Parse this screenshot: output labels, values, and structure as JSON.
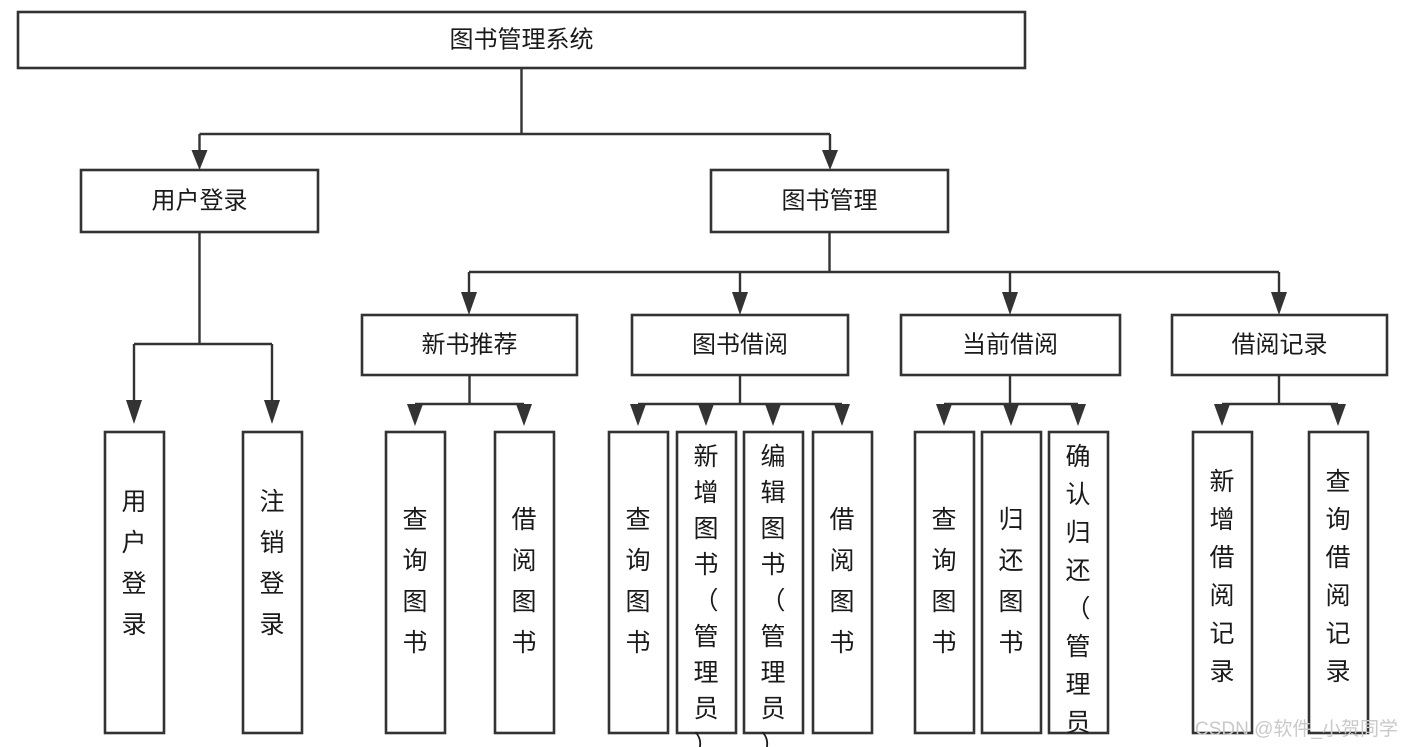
{
  "diagram": {
    "type": "tree-hierarchy-chart",
    "title": "图书管理系统",
    "root": {
      "id": "root",
      "label": "图书管理系统",
      "level": 0
    },
    "level1": [
      {
        "id": "user-login",
        "label": "用户登录",
        "level": 1
      },
      {
        "id": "book-manage",
        "label": "图书管理",
        "level": 1
      }
    ],
    "level2": [
      {
        "id": "new-book-recommend",
        "label": "新书推荐",
        "level": 2,
        "parent": "book-manage"
      },
      {
        "id": "book-borrow",
        "label": "图书借阅",
        "level": 2,
        "parent": "book-manage"
      },
      {
        "id": "current-borrow",
        "label": "当前借阅",
        "level": 2,
        "parent": "book-manage"
      },
      {
        "id": "borrow-record",
        "label": "借阅记录",
        "level": 2,
        "parent": "book-manage"
      }
    ],
    "leaves": [
      {
        "id": "leaf-user-login",
        "label": "用户登录",
        "parent": "user-login"
      },
      {
        "id": "leaf-user-logout",
        "label": "注销登录",
        "parent": "user-login"
      },
      {
        "id": "leaf-query-book-1",
        "label": "查询图书",
        "parent": "new-book-recommend"
      },
      {
        "id": "leaf-borrow-book-1",
        "label": "借阅图书",
        "parent": "new-book-recommend"
      },
      {
        "id": "leaf-query-book-2",
        "label": "查询图书",
        "parent": "book-borrow"
      },
      {
        "id": "leaf-add-book",
        "label": "新增图书（管理员）",
        "parent": "book-borrow"
      },
      {
        "id": "leaf-edit-book",
        "label": "编辑图书（管理员）",
        "parent": "book-borrow"
      },
      {
        "id": "leaf-borrow-book-2",
        "label": "借阅图书",
        "parent": "book-borrow"
      },
      {
        "id": "leaf-query-book-3",
        "label": "查询图书",
        "parent": "current-borrow"
      },
      {
        "id": "leaf-return-book",
        "label": "归还图书",
        "parent": "current-borrow"
      },
      {
        "id": "leaf-confirm-return",
        "label": "确认归还（管理员）",
        "parent": "current-borrow"
      },
      {
        "id": "leaf-add-record",
        "label": "新增借阅记录",
        "parent": "borrow-record"
      },
      {
        "id": "leaf-query-record",
        "label": "查询借阅记录",
        "parent": "borrow-record"
      }
    ],
    "colors": {
      "box_stroke": "#333333",
      "box_fill": "#ffffff",
      "connector": "#333333",
      "text": "#1a1a1a",
      "background": "#ffffff",
      "watermark": "#c9c9c9"
    }
  },
  "watermark": {
    "text": "CSDN @软件_小贺同学"
  }
}
